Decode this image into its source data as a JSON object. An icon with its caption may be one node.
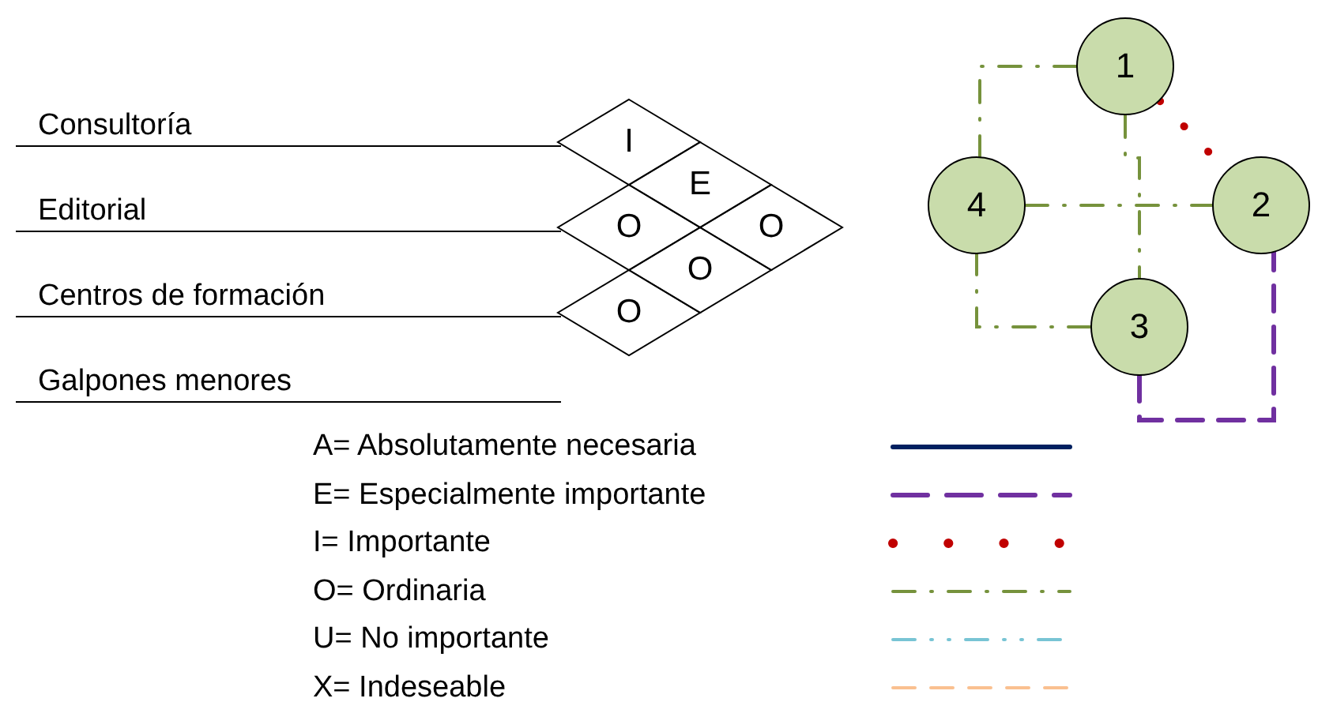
{
  "diagram": {
    "nodes": [
      {
        "text": [
          "Consultoría"
        ]
      },
      {
        "text": [
          "Editorial"
        ]
      },
      {
        "text": [
          "Centros de formación"
        ]
      },
      {
        "text": [
          "Galpones menores"
        ]
      },
      {
        "text": [
          "I"
        ]
      },
      {
        "text": [
          "E"
        ]
      },
      {
        "text": [
          "O"
        ]
      },
      {
        "text": [
          "O"
        ]
      },
      {
        "text": [
          "O"
        ]
      },
      {
        "text": [
          "O"
        ]
      },
      {
        "text": [
          "1"
        ]
      },
      {
        "text": [
          "4"
        ]
      },
      {
        "text": [
          "2"
        ]
      },
      {
        "text": [
          "3"
        ]
      }
    ],
    "edges": [
      {
        "from": 10,
        "to": 11,
        "arrow": "none"
      },
      {
        "from": 10,
        "to": 12,
        "arrow": "none",
        "color": "#c00000"
      },
      {
        "from": 11,
        "to": 12,
        "arrow": "none"
      },
      {
        "from": 10,
        "to": 13,
        "arrow": "none"
      },
      {
        "from": 13,
        "to": 11,
        "arrow": "none"
      },
      {
        "from": 13,
        "to": 12,
        "arrow": "none",
        "style": "dashed",
        "color": "#7030a0"
      }
    ],
    "legend": [
      {
        "text": "A= Absolutamente necesaria"
      },
      {
        "text": "E= Especialmente importante"
      },
      {
        "text": "I= Importante"
      },
      {
        "text": "O= Ordinaria"
      },
      {
        "text": "U= No importante"
      },
      {
        "text": "X= Indeseable"
      }
    ]
  }
}
